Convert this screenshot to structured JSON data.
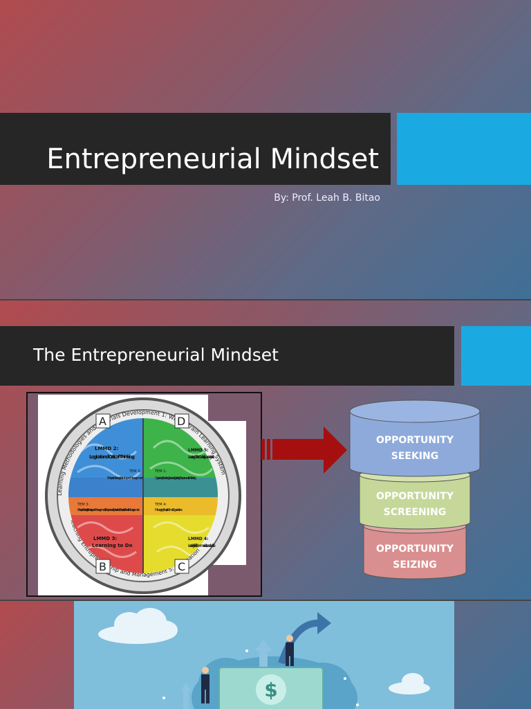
{
  "slide1": {
    "title": "Entrepreneurial Mindset",
    "subtitle": "By: Prof. Leah B. Bitao"
  },
  "slide2": {
    "title": "The Entrepreneurial Mindset",
    "brain": {
      "ring_text_top": "Learning Methodologies and Materials Development 1: Whole Brain Learning System",
      "ring_text_bottom": "Teaching Entrepreneurship and Management 5: Integration",
      "quadrants": [
        {
          "letter": "A",
          "lmmd": "LMMD 2:",
          "lmmd_text": "Logical and Critical Thinking",
          "tem": "TEM 2:",
          "tem_text": "Enterprise Strategic Planning and Management"
        },
        {
          "letter": "D",
          "lmmd": "LMMD 5:",
          "lmmd_text": "Learning to Think Creatively, Learning to Intuit",
          "tem": "TEM 1:",
          "tem_text": "Opportunity Seeking, Screening, Seizing; Entrepreneurial Marketing"
        },
        {
          "letter": "B",
          "lmmd": "LMMD 3:",
          "lmmd_text": "Learning to Do",
          "tem": "TEM 3:",
          "tem_text": "Enterprise Strategic Planning and Management, Entrepreneurial Operations, Enterprise Financial Management"
        },
        {
          "letter": "C",
          "lmmd": "LMMD 4:",
          "lmmd_text": "Learning to Feel, Communicate, Lead and Be",
          "tem": "TEM 4:",
          "tem_text": "Managing People in Small Organizations"
        }
      ]
    },
    "stack": [
      {
        "line1": "OPPORTUNITY",
        "line2": "SEEKING",
        "color": "#8eaadb"
      },
      {
        "line1": "OPPORTUNITY",
        "line2": "SCREENING",
        "color": "#c5d89a"
      },
      {
        "line1": "OPPORTUNITY",
        "line2": "SEIZING",
        "color": "#d98f8f"
      }
    ],
    "arrow_color": "#a50f0f"
  },
  "slide3": {
    "illustration_icons": [
      "cloud-icon",
      "dollar-bill-icon",
      "businessman-icon",
      "growth-arrow-icon"
    ]
  },
  "colors": {
    "title_bar": "#262626",
    "accent": "#1ba9e1"
  }
}
